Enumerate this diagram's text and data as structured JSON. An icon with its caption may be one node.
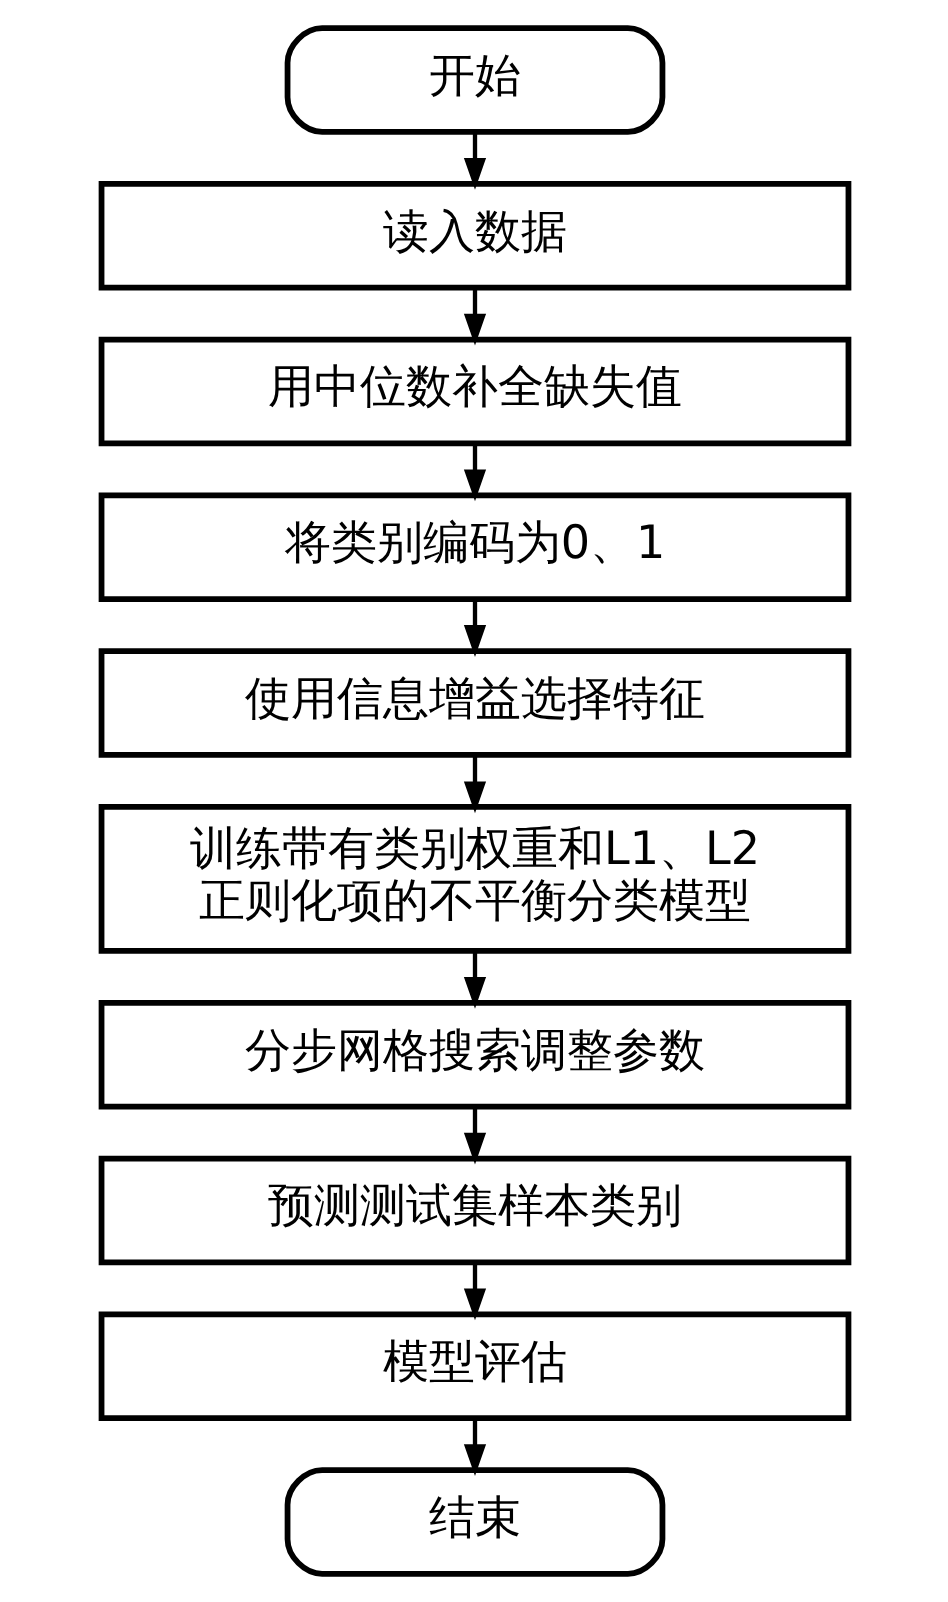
{
  "diagram": {
    "nodes": [
      {
        "text": [
          "开始"
        ]
      },
      {
        "text": [
          "读入数据"
        ]
      },
      {
        "text": [
          "用中位数补全缺失值"
        ]
      },
      {
        "text": [
          "将类别编码为0、1"
        ]
      },
      {
        "text": [
          "使用信息增益选择特征"
        ]
      },
      {
        "text": [
          "训练带有类别权重和L1、L2正则化项的不平衡分类模型"
        ]
      },
      {
        "text": [
          "分步网格搜索调整参数"
        ]
      },
      {
        "text": [
          "预测测试集样本类别"
        ]
      },
      {
        "text": [
          "模型评估"
        ]
      },
      {
        "text": [
          "结束"
        ]
      }
    ],
    "edges": [
      {
        "from": 0,
        "to": 1,
        "arrow": "to"
      },
      {
        "from": 1,
        "to": 2,
        "arrow": "to"
      },
      {
        "from": 2,
        "to": 3,
        "arrow": "to"
      },
      {
        "from": 3,
        "to": 4,
        "arrow": "to"
      },
      {
        "from": 4,
        "to": 5,
        "arrow": "to"
      },
      {
        "from": 5,
        "to": 6,
        "arrow": "to"
      },
      {
        "from": 6,
        "to": 7,
        "arrow": "to"
      },
      {
        "from": 7,
        "to": 8,
        "arrow": "to"
      },
      {
        "from": 8,
        "to": 9,
        "arrow": "to"
      }
    ]
  }
}
